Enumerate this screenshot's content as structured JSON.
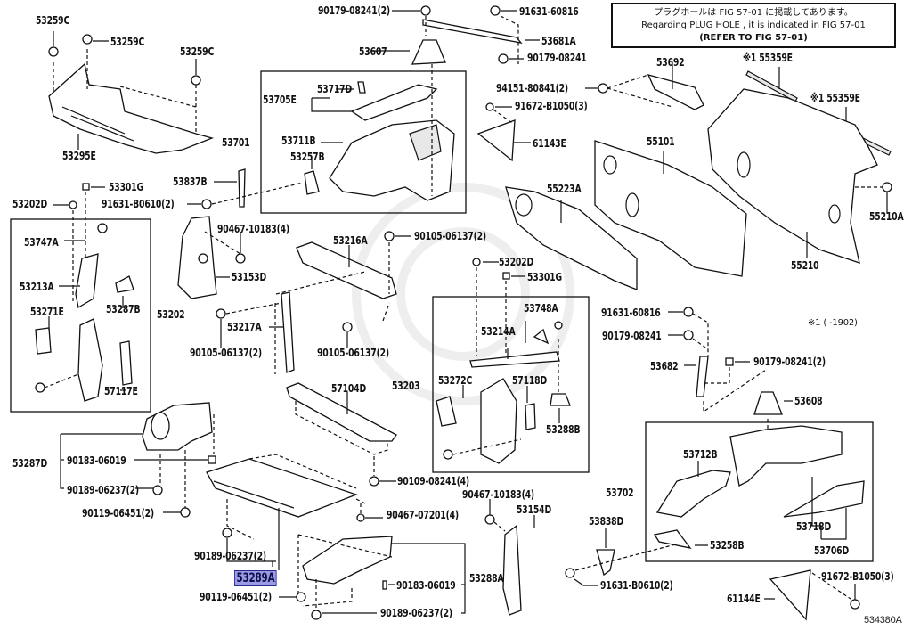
{
  "diagram": {
    "title_note": {
      "jp": "プラグホールは FIG 57-01 に掲載してあります。",
      "en": "Regarding PLUG HOLE , it is indicated in FIG 57-01",
      "refer": "(REFER TO FIG 57-01)"
    },
    "footnote": "※1 (      -1902)",
    "diagram_code": "534380A",
    "highlight_color": "#9a9ae6",
    "selected_part": "53289A",
    "groups": [
      {
        "id": "53701",
        "children": [
          "53705E",
          "53717D",
          "53711B",
          "53257B"
        ]
      },
      {
        "id": "53202",
        "children": [
          "53747A",
          "53213A",
          "53287B",
          "53271E",
          "57117E"
        ]
      },
      {
        "id": "53203",
        "children": [
          "53748A",
          "53214A",
          "53272C",
          "57118D",
          "53288B"
        ]
      },
      {
        "id": "53702",
        "children": [
          "53712B",
          "53258B",
          "53718D",
          "53706D"
        ]
      },
      {
        "id": "53287D",
        "children": [
          "90183-06019",
          "90189-06237(2)"
        ]
      },
      {
        "id": "53288A",
        "children": [
          "90183-06019",
          "90189-06237(2)"
        ]
      }
    ],
    "labels": {
      "p53259C_1": "53259C",
      "p53259C_2": "53259C",
      "p53259C_3": "53259C",
      "p53295E": "53295E",
      "p53701": "53701",
      "p53705E": "53705E",
      "p53717D": "53717D",
      "p53711B": "53711B",
      "p53257B": "53257B",
      "p90179_08241_2a": "90179-08241(2)",
      "p53607": "53607",
      "p91631_60816a": "91631-60816",
      "p53681A": "53681A",
      "p90179_08241a": "90179-08241",
      "p53692": "53692",
      "p94151_80841": "94151-80841(2)",
      "p91672_B1050a": "91672-B1050(3)",
      "p61143E": "61143E",
      "p55359E_1": "※1 55359E",
      "p55359E_2": "※1 55359E",
      "p55101": "55101",
      "p55223A": "55223A",
      "p55210A": "55210A",
      "p55210": "55210",
      "p53837B": "53837B",
      "p91631_B0610a": "91631-B0610(2)",
      "p53301G_a": "53301G",
      "p53202D_a": "53202D",
      "p53747A": "53747A",
      "p53213A": "53213A",
      "p53287B": "53287B",
      "p53271E": "53271E",
      "p57117E": "57117E",
      "p53202": "53202",
      "p90467_10183a": "90467-10183(4)",
      "p53153D": "53153D",
      "p53216A": "53216A",
      "p90105_06137a": "90105-06137(2)",
      "p53217A": "53217A",
      "p90105_06137b": "90105-06137(2)",
      "p90105_06137c": "90105-06137(2)",
      "p53202D_b": "53202D",
      "p53301G_b": "53301G",
      "p53748A": "53748A",
      "p53214A": "53214A",
      "p53203": "53203",
      "p53272C": "53272C",
      "p57118D": "57118D",
      "p53288B": "53288B",
      "p57104D": "57104D",
      "p91631_60816b": "91631-60816",
      "p90179_08241b": "90179-08241",
      "p53682": "53682",
      "p90179_08241_2b": "90179-08241(2)",
      "p53608": "53608",
      "p53702": "53702",
      "p53712B": "53712B",
      "p53718D": "53718D",
      "p53706D": "53706D",
      "p53258B": "53258B",
      "p53287D": "53287D",
      "p90183_06019a": "90183-06019",
      "p90189_06237a": "90189-06237(2)",
      "p90119_06451a": "90119-06451(2)",
      "p90109_08241": "90109-08241(4)",
      "p90467_07201": "90467-07201(4)",
      "p90189_06237b": "90189-06237(2)",
      "p53289A": "53289A",
      "p90119_06451b": "90119-06451(2)",
      "p90183_06019b": "90183-06019",
      "p53288A": "53288A",
      "p90189_06237c": "90189-06237(2)",
      "p90467_10183b": "90467-10183(4)",
      "p53154D": "53154D",
      "p53838D": "53838D",
      "p91631_B0610b": "91631-B0610(2)",
      "p91672_B1050b": "91672-B1050(3)",
      "p61144E": "61144E"
    }
  }
}
